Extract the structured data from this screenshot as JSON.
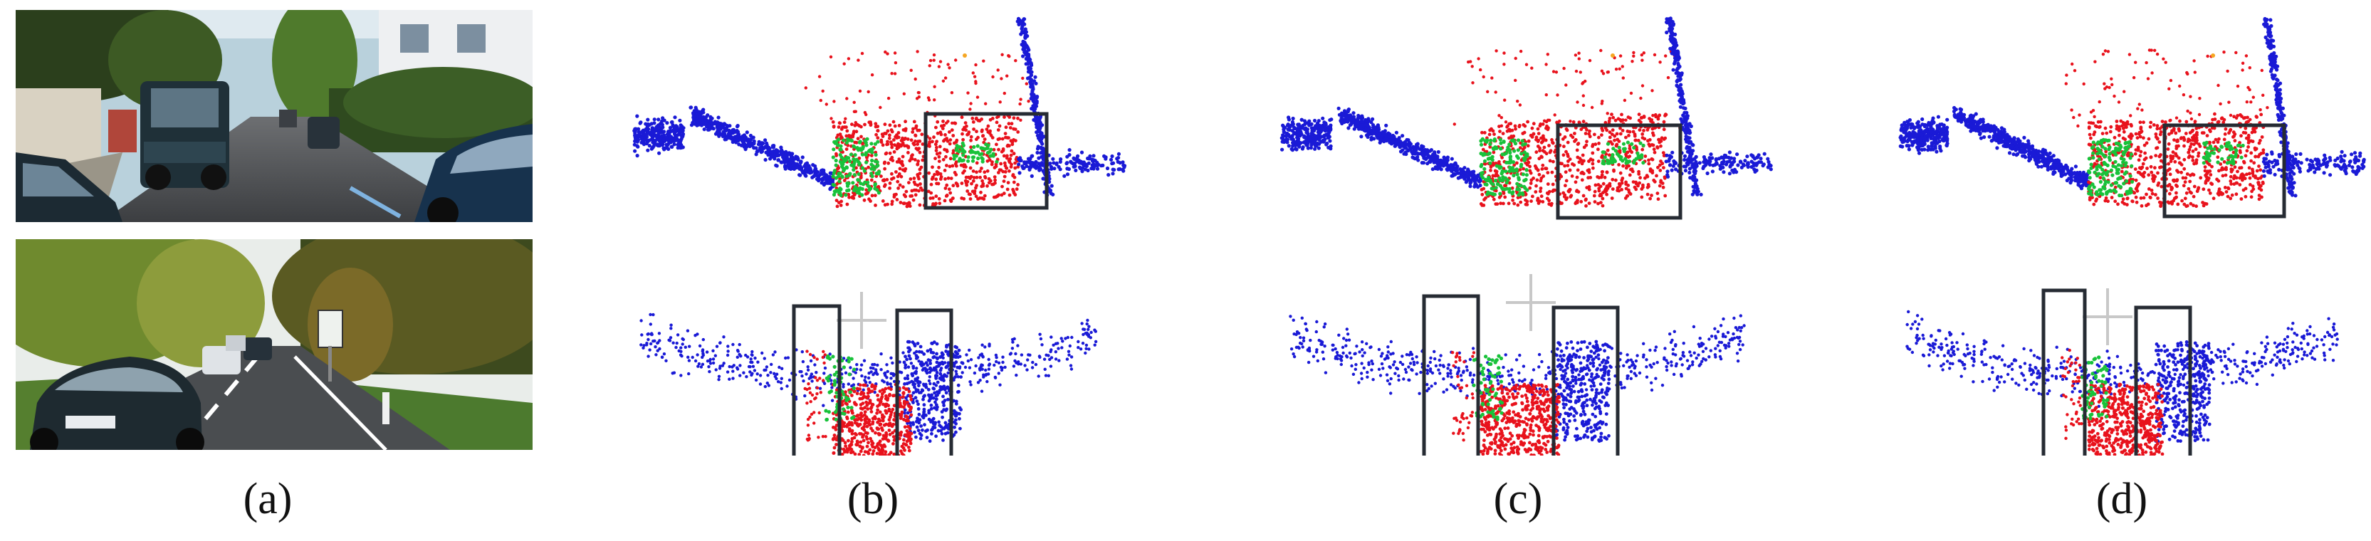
{
  "panels": [
    {
      "id": "a",
      "caption": "(a)"
    },
    {
      "id": "b",
      "caption": "(b)"
    },
    {
      "id": "c",
      "caption": "(c)"
    },
    {
      "id": "d",
      "caption": "(d)"
    }
  ],
  "point_colors": {
    "ground": "#e8121c",
    "background": "#1a1ad6",
    "vehicle": "#18c23a",
    "highlight": "#f5a623"
  }
}
